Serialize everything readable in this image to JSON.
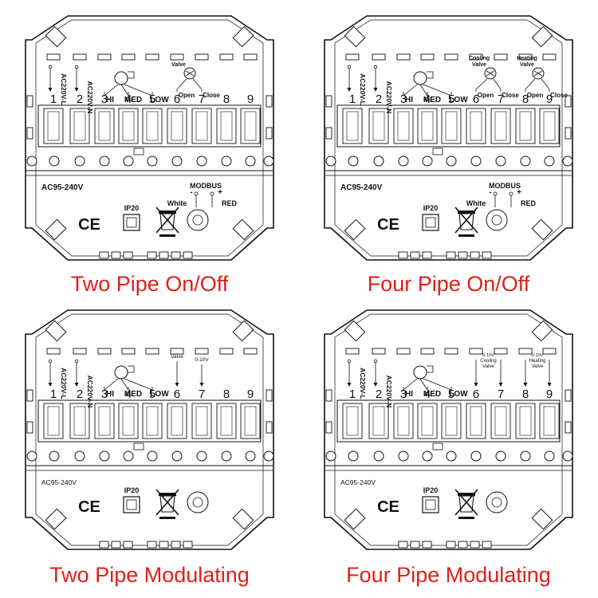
{
  "caption_color": "#e0211b",
  "panels": [
    {
      "caption": "Two Pipe On/Off",
      "voltage": "AC95-240V",
      "modbus": {
        "title": "MODBUS",
        "white": "White",
        "red": "RED",
        "minus": "-",
        "plus": "+"
      },
      "terminals": [
        "1",
        "2",
        "3",
        "4",
        "5",
        "6",
        "7",
        "8",
        "9"
      ],
      "power_l": "AC220V-L",
      "power_n": "AC220V-N",
      "fan": [
        "HI",
        "MED",
        "LOW"
      ],
      "valves": [
        {
          "title": "Valve",
          "open": "Open",
          "close": "Close"
        }
      ],
      "ip": "IP20",
      "ce": "CE"
    },
    {
      "caption": "Four Pipe On/Off",
      "voltage": "AC95-240V",
      "modbus": {
        "title": "MODBUS",
        "white": "White",
        "red": "RED",
        "minus": "-",
        "plus": "+"
      },
      "terminals": [
        "1",
        "2",
        "3",
        "4",
        "5",
        "6",
        "7",
        "8",
        "9"
      ],
      "power_l": "AC220V-L",
      "power_n": "AC220V-N",
      "fan": [
        "HI",
        "MED",
        "LOW"
      ],
      "valves": [
        {
          "title": "Cooling Valve",
          "open": "Open",
          "close": "Close"
        },
        {
          "title": "Heating Valve",
          "open": "Open",
          "close": "Close"
        }
      ],
      "ip": "IP20",
      "ce": "CE"
    },
    {
      "caption": "Two Pipe Modulating",
      "voltage": "AC95-240V",
      "terminals": [
        "1",
        "2",
        "3",
        "4",
        "5",
        "6",
        "7",
        "8",
        "9"
      ],
      "power_l": "AC220V-L",
      "power_n": "AC220V-N",
      "fan": [
        "HI",
        "MED",
        "LOW"
      ],
      "mod": {
        "valve": "Valve",
        "signal": "0-10V"
      },
      "ip": "IP20",
      "ce": "CE"
    },
    {
      "caption": "Four Pipe Modulating",
      "voltage": "AC95-240V",
      "terminals": [
        "1",
        "2",
        "3",
        "4",
        "5",
        "6",
        "7",
        "8",
        "9"
      ],
      "power_l": "AC220V-L",
      "power_n": "AC220V-N",
      "fan": [
        "HI",
        "MED",
        "LOW"
      ],
      "mod4": [
        {
          "signal": "0-10V",
          "name": "Cooling Valve"
        },
        {
          "signal": "0-10V",
          "name": "Heating Valve"
        }
      ],
      "ip": "IP20",
      "ce": "CE"
    }
  ]
}
